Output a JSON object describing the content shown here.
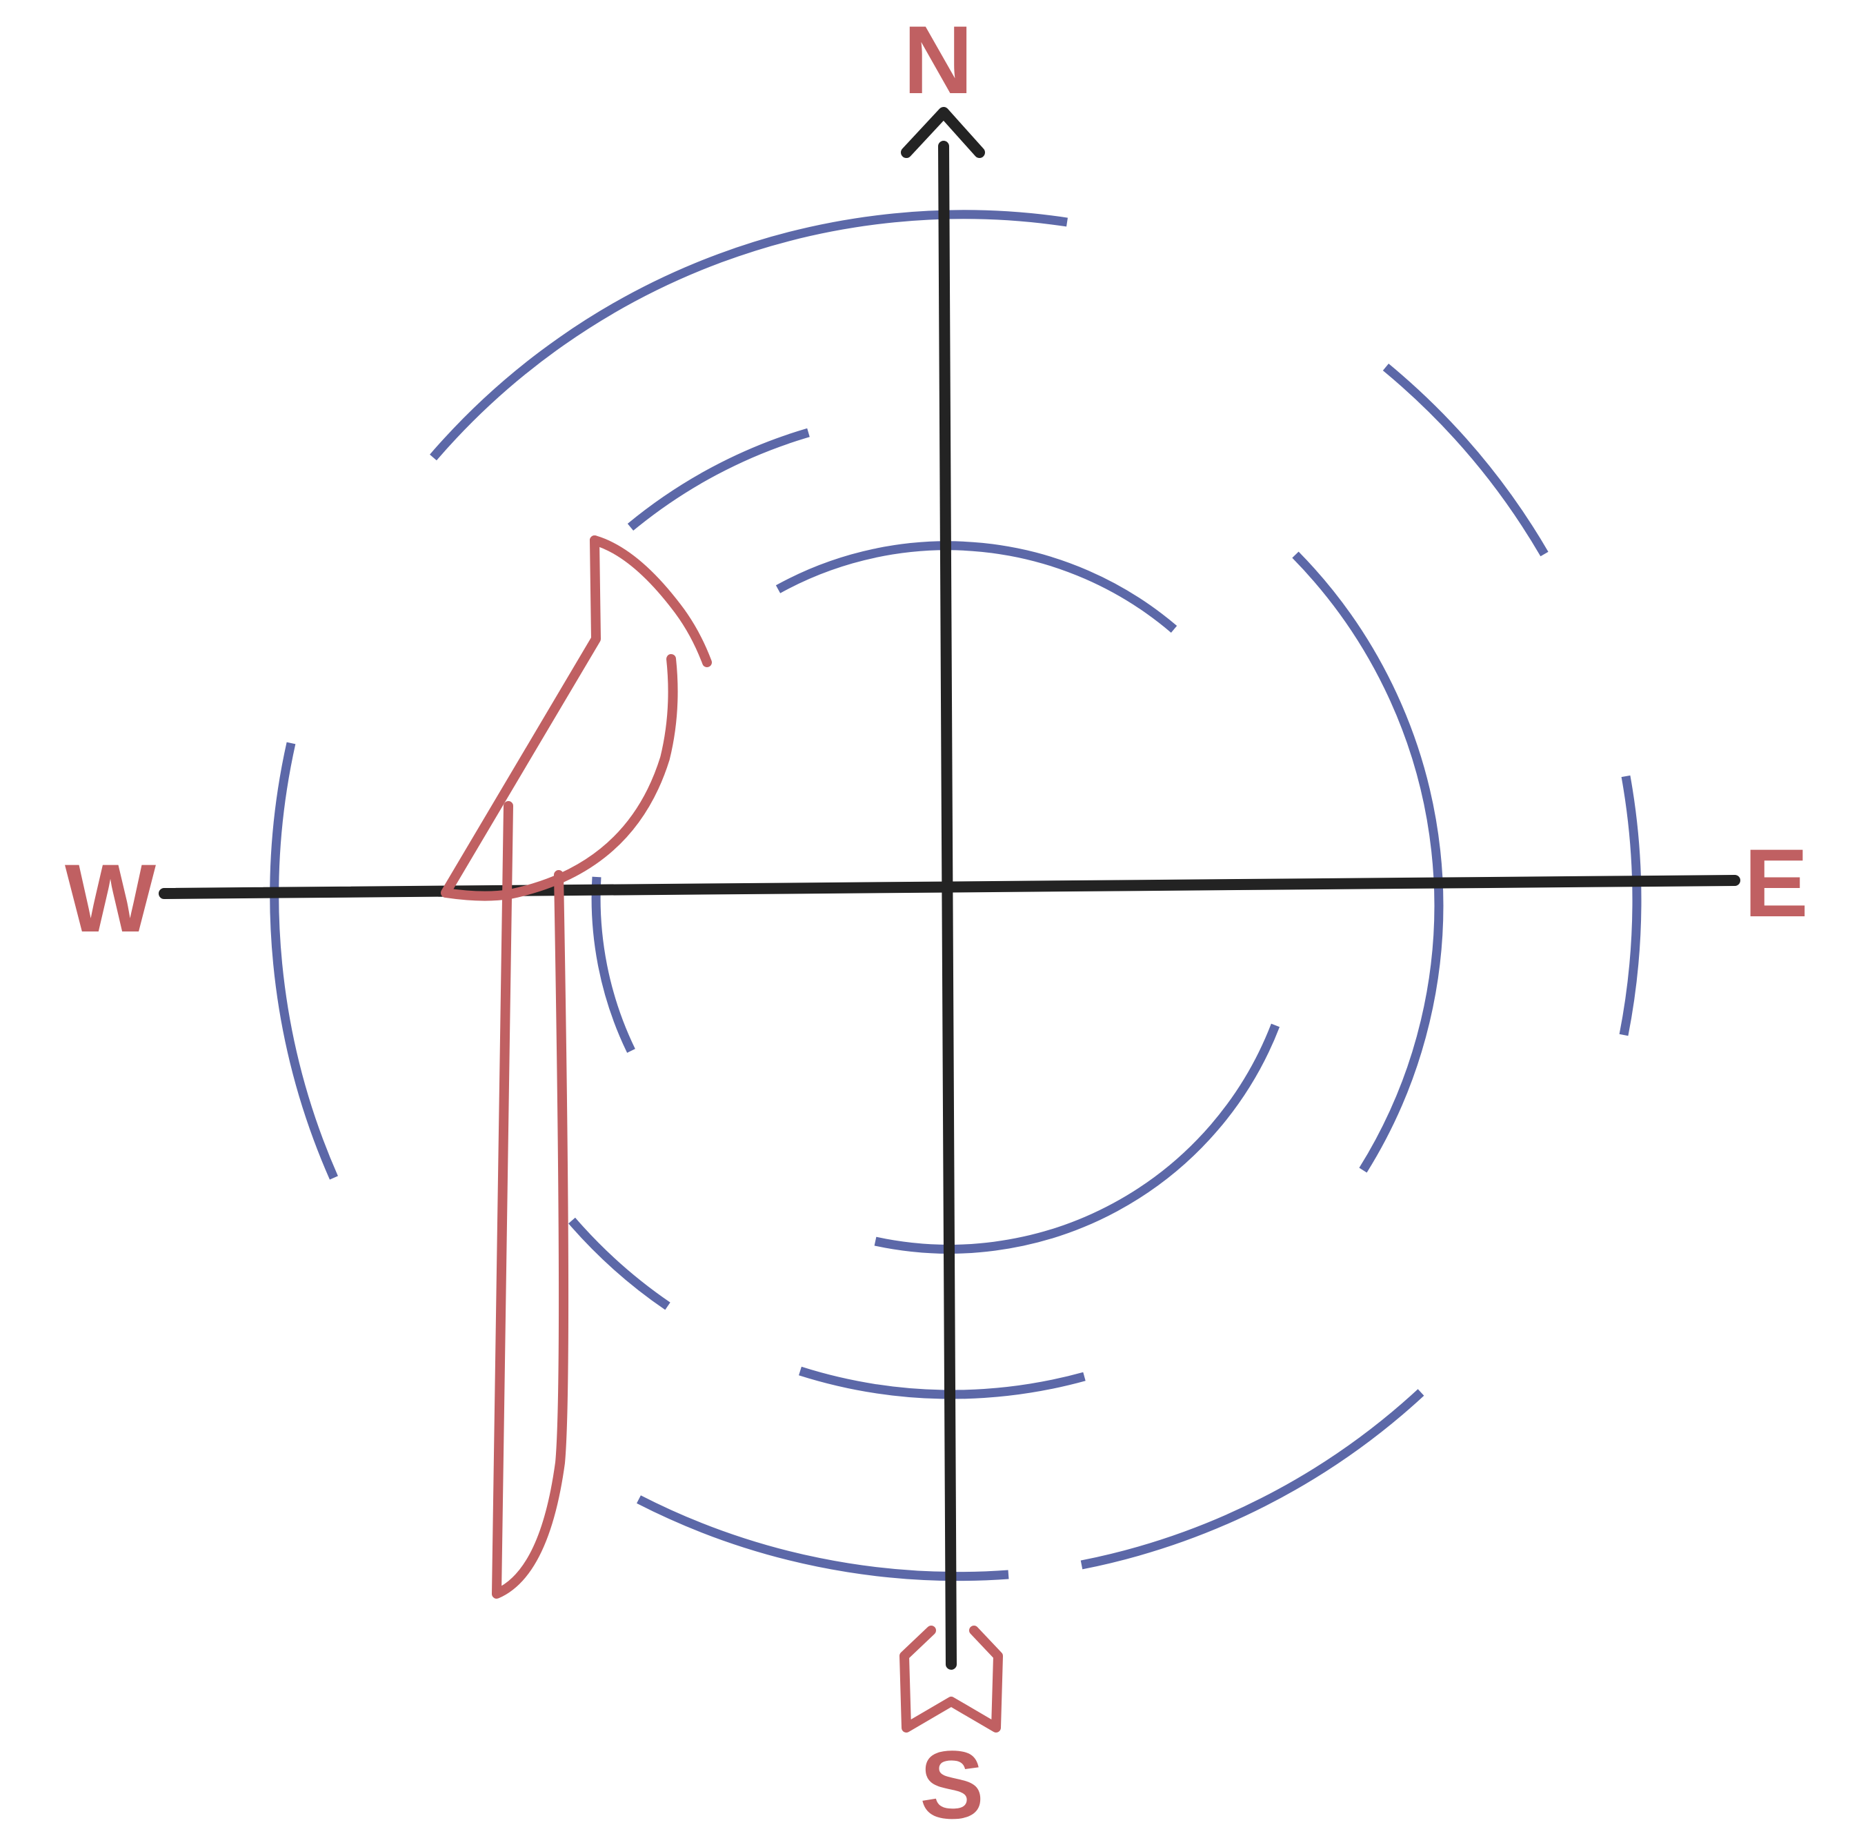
{
  "labels": {
    "north": "N",
    "south": "S",
    "east": "E",
    "west": "W"
  },
  "colors": {
    "background": "#ffffff",
    "axis": "#232323",
    "rings": "#5c68a8",
    "letters": "#c06062",
    "emblem": "#c06062"
  },
  "icons": {
    "emblem": "compass-pointer-icon",
    "north_arrow": "north-arrowhead-icon",
    "south_tail": "south-tail-icon"
  }
}
